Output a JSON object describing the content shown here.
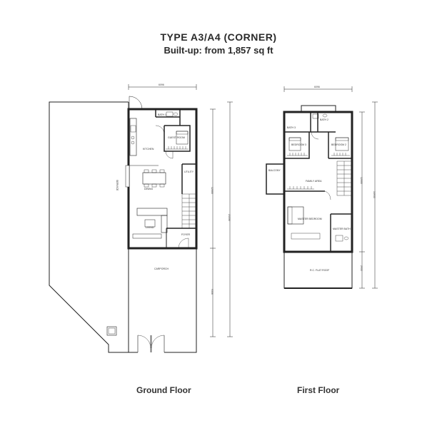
{
  "header": {
    "title": "TYPE A3/A4 (CORNER)",
    "subtitle": "Built-up: from 1,857 sq ft"
  },
  "ground_floor": {
    "caption": "Ground Floor",
    "rooms": {
      "bath": "BATH 1",
      "guest": "GUEST ROOM",
      "kitchen": "KITCHEN",
      "service": "SERVICE",
      "dining": "DINING",
      "utility": "UTILITY",
      "living": "LIVING",
      "foyer": "FOYER",
      "carporch": "CARPORCH"
    },
    "dimensions": {
      "top": "6096",
      "right_upper": "12000",
      "right_total": "21336",
      "right_lower": "9336"
    }
  },
  "first_floor": {
    "caption": "First Floor",
    "rooms": {
      "bath2": "BATH 2",
      "bath3": "BATH 3",
      "bedroom3": "BEDROOM 3",
      "bedroom2": "BEDROOM 2",
      "balcony": "BALCONY",
      "family": "FAMILY AREA",
      "master": "MASTER BEDROOM",
      "master_bath": "MASTER BATH",
      "rc_roof": "R.C. FLAT ROOF"
    },
    "dimensions": {
      "top": "6096",
      "right_upper": "12000",
      "right_total": "14935",
      "right_lower": "2935"
    }
  }
}
